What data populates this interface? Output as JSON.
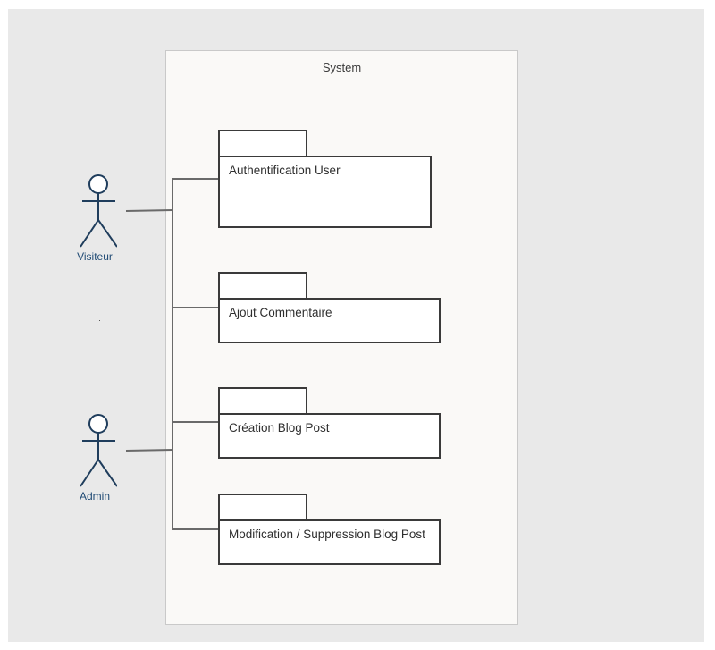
{
  "system": {
    "title": "System"
  },
  "actors": [
    {
      "name": "Visiteur"
    },
    {
      "name": "Admin"
    }
  ],
  "packages": [
    {
      "label": "Authentification User"
    },
    {
      "label": "Ajout Commentaire"
    },
    {
      "label": "Création Blog Post"
    },
    {
      "label": "Modification / Suppression Blog Post"
    }
  ],
  "colors": {
    "actor_stroke": "#1f3d5c",
    "line": "#6a6a6a",
    "package_border": "#3a3a3a"
  }
}
